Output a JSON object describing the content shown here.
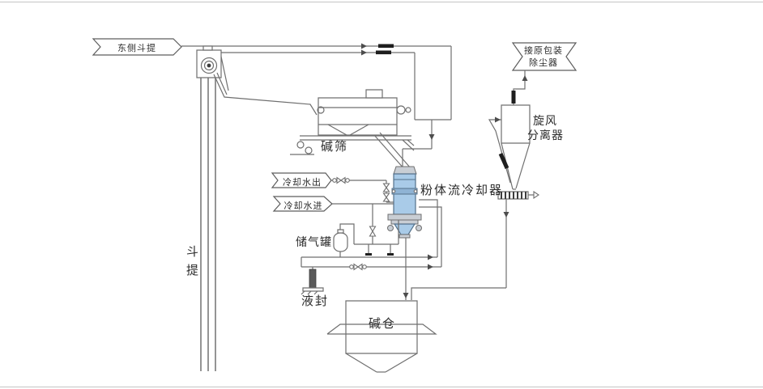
{
  "diagram": {
    "title_implicit": "粉体流冷却器工艺流程图",
    "labels": {
      "elevator_banner": "东侧斗提",
      "dust_banner_line1": "接原包装",
      "dust_banner_line2": "除尘器",
      "sieve": "碱筛",
      "cooling_water_out": "冷却水出",
      "cooling_water_in": "冷却水进",
      "powder_cooler": "粉体流冷却器",
      "cyclone_line1": "旋风",
      "cyclone_line2": "分离器",
      "air_tank": "储气罐",
      "bucket_elevator": "斗提",
      "liquid_seal": "液封",
      "alkali_silo": "碱仓"
    },
    "equipment": [
      "bucket-elevator",
      "alkali-sieve",
      "powder-cooler",
      "cyclone-separator",
      "rotary-valve",
      "air-tank",
      "liquid-seal",
      "alkali-silo"
    ]
  },
  "colors": {
    "stroke": "#6f6f6f",
    "cooler_fill": "#a9cbe8",
    "cooler_band": "#8fb3d4",
    "flex_joint": "#1e1e1e"
  }
}
